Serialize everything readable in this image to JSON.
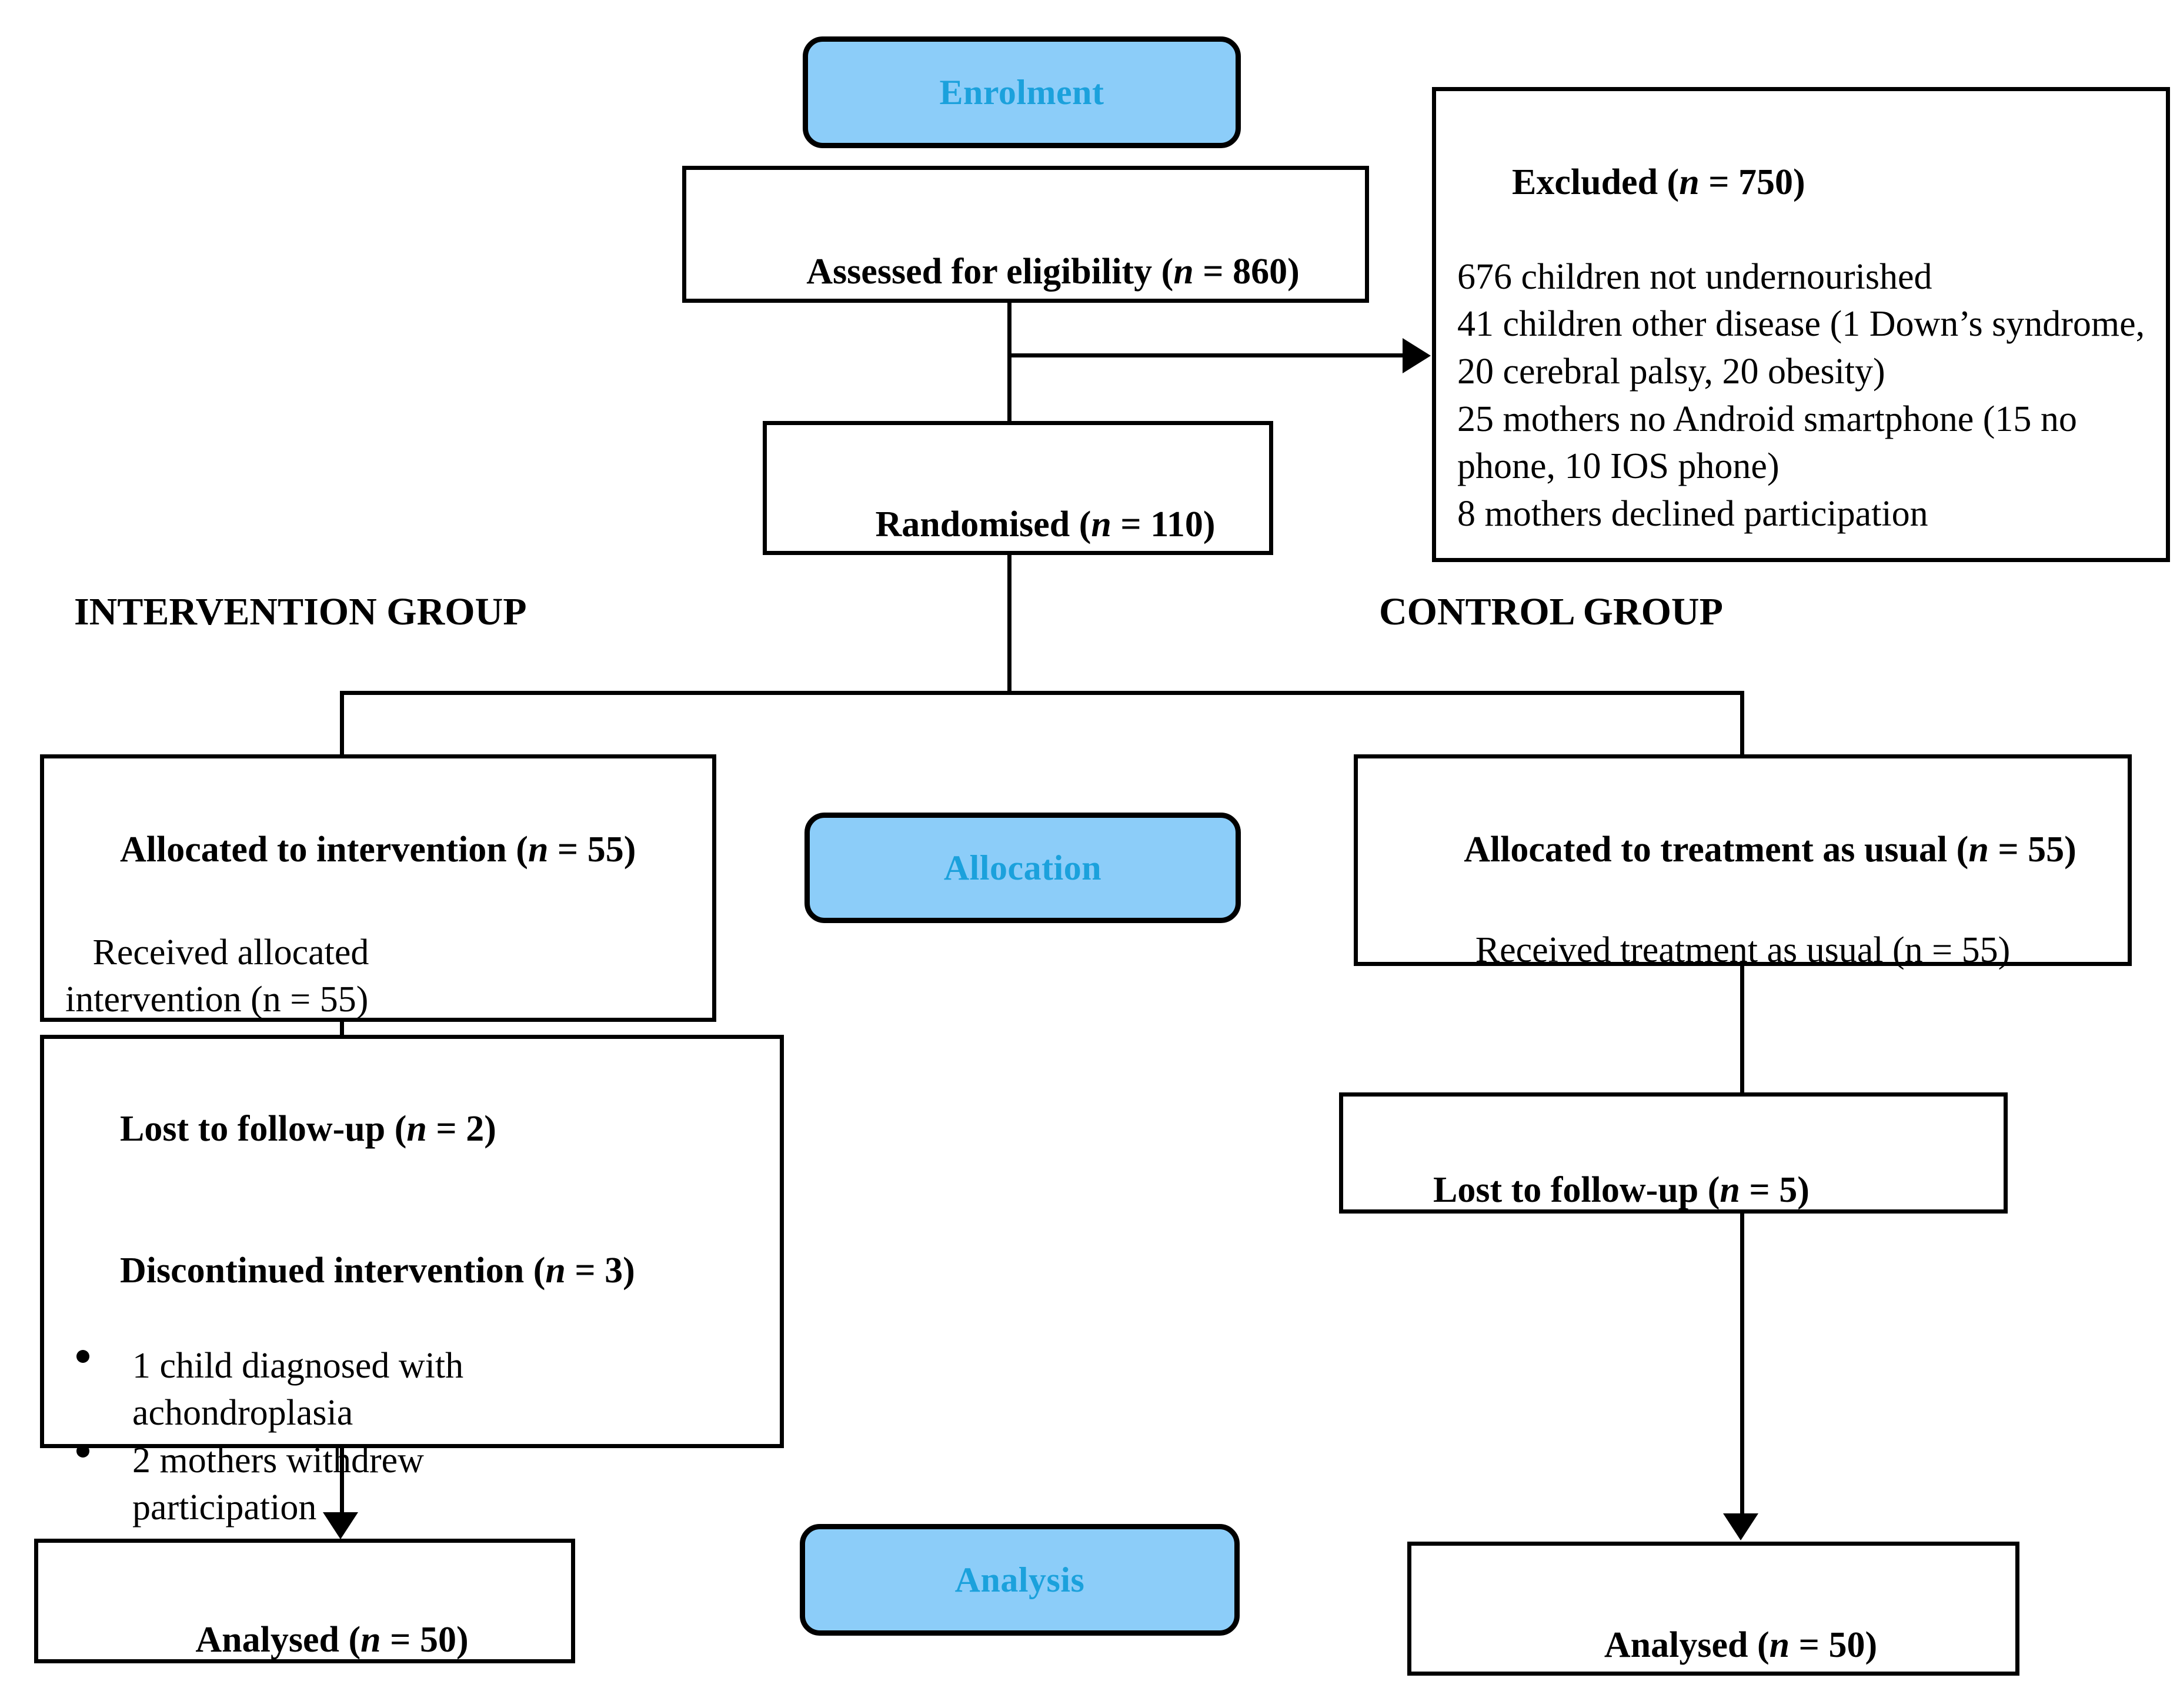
{
  "diagram": {
    "title": "CONSORT participant flow diagram",
    "colors": {
      "pill_fill": "#8CCDF9",
      "pill_text": "#1BA1DC",
      "box_border": "#000000",
      "box_fill": "#FFFFFF",
      "connector": "#000000"
    }
  },
  "stage_labels": {
    "enrolment": "Enrolment",
    "allocation": "Allocation",
    "analysis": "Analysis"
  },
  "group_headings": {
    "intervention": "INTERVENTION GROUP",
    "control": "CONTROL GROUP"
  },
  "enrolment": {
    "assessed": {
      "prefix": "Assessed for eligibility (",
      "n_symbol": "n",
      "value": " = 860)"
    },
    "excluded": {
      "heading_prefix": "Excluded (",
      "heading_n": "n",
      "heading_value": " = 750)",
      "reasons": [
        "676 children not undernourished",
        "41 children other disease (1 Down’s syndrome, 20 cerebral palsy, 20 obesity)",
        "25 mothers no Android smartphone (15 no phone, 10 IOS phone)",
        "8 mothers declined participation"
      ]
    },
    "randomised": {
      "prefix": "Randomised (",
      "n_symbol": "n",
      "value": " = 110)"
    }
  },
  "allocation": {
    "intervention": {
      "heading_prefix": "Allocated to intervention (",
      "heading_n": "n",
      "heading_value": " = 55)",
      "detail": "   Received allocated\nintervention (n = 55)"
    },
    "control": {
      "heading_prefix": "Allocated to treatment as usual (",
      "heading_n": "n",
      "heading_value": " = 55)",
      "detail": "Received treatment as usual (n = 55)"
    }
  },
  "followup": {
    "intervention": {
      "lost_prefix": "Lost to follow-up (",
      "lost_n": "n",
      "lost_value": " = 2)",
      "disc_prefix": "Discontinued intervention (",
      "disc_n": "n",
      "disc_value": " = 3)",
      "bullets": [
        "1 child diagnosed with achondroplasia",
        "2 mothers withdrew participation"
      ]
    },
    "control": {
      "lost_prefix": "Lost to follow-up (",
      "lost_n": "n",
      "lost_value": " = 5)"
    }
  },
  "analysis": {
    "intervention": {
      "prefix": "Analysed (",
      "n_symbol": "n",
      "value": " = 50)"
    },
    "control": {
      "prefix": "Analysed (",
      "n_symbol": "n",
      "value": " = 50)"
    }
  }
}
